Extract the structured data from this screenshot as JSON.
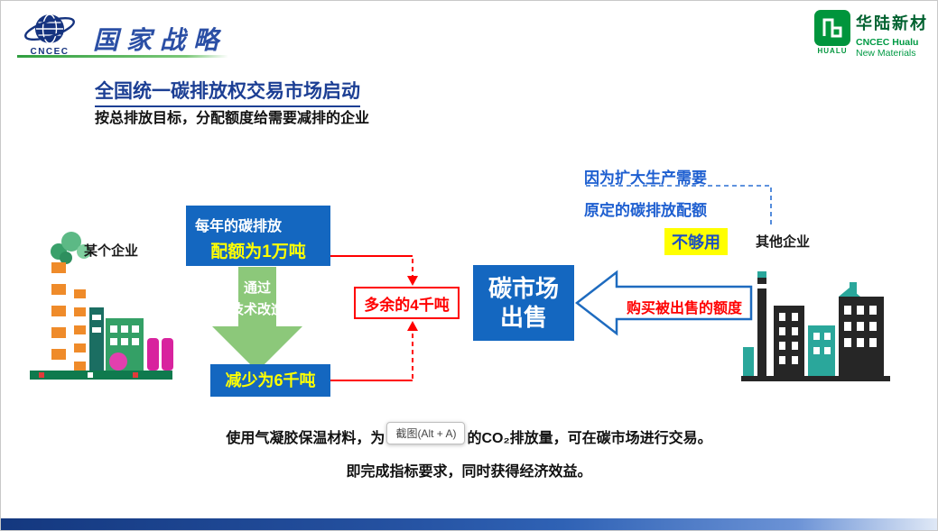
{
  "header": {
    "cncec": {
      "text": "CNCEC"
    },
    "strategy": "国家战略",
    "hualu": {
      "cn": "华陆新材",
      "en1": "CNCEC Hualu",
      "en2": "New Materials",
      "tag": "HUALU"
    }
  },
  "title": "全国统一碳排放权交易市场启动",
  "subtitle": "按总排放目标，分配额度给需要减排的企业",
  "diagram": {
    "company_left": "某个企业",
    "company_right": "其他企业",
    "quota_line1": "每年的碳排放",
    "quota_line2": "配额为1万吨",
    "via_line1": "通过",
    "via_line2": "技术改造",
    "reduced": "减少为6千吨",
    "surplus": "多余的4千吨",
    "market_line1": "碳市场",
    "market_line2": "出售",
    "buy_text": "购买被出售的额度",
    "reason1": "因为扩大生产需要",
    "reason2": "原定的碳排放配额",
    "not_enough": "不够用"
  },
  "footer": {
    "line1_pre": "使用气凝胶保温材料，为",
    "line1_post": "的CO₂排放量，可在碳市场进行交易。",
    "line2": "即完成指标要求，同时获得经济效益。"
  },
  "overlay": {
    "screenshot_tooltip": "截图(Alt + A)"
  },
  "colors": {
    "title_blue": "#1c3f94",
    "box_blue": "#1467c0",
    "highlight_yellow": "#ffff00",
    "arrow_green": "#8cc87a",
    "alert_red": "#ff0000",
    "hualu_green": "#009a44"
  }
}
